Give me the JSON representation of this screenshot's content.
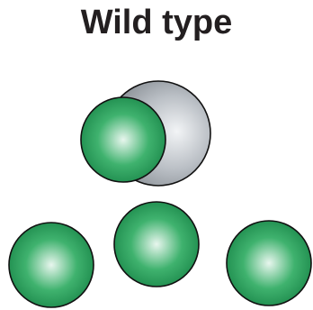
{
  "figure": {
    "title": "Wild type"
  },
  "colors": {
    "sphere_green_highlight": "#e8f6ee",
    "sphere_green_mid": "#3fb26e",
    "sphere_green_edge": "#1d8a4c",
    "sphere_outline": "#111111",
    "sphere_gray_highlight": "#f2f4f6",
    "sphere_gray_mid": "#b9bec4",
    "sphere_gray_edge": "#8d9399"
  },
  "elements": {
    "green_sphere_count": 4,
    "gray_sphere_count": 1
  }
}
